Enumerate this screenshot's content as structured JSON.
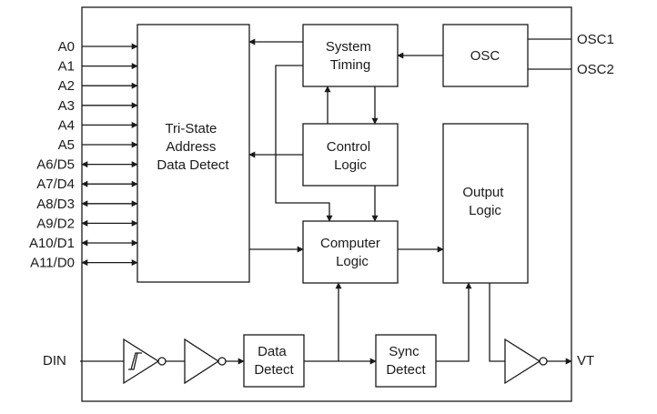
{
  "pins_left": [
    "A0",
    "A1",
    "A2",
    "A3",
    "A4",
    "A5",
    "A6/D5",
    "A7/D4",
    "A8/D3",
    "A9/D2",
    "A10/D1",
    "A11/D0"
  ],
  "pins_right": [
    "OSC1",
    "OSC2",
    "VT"
  ],
  "pin_din": "DIN",
  "blocks": {
    "tristate": [
      "Tri-State",
      "Address",
      "Data Detect"
    ],
    "system_timing": [
      "System",
      "Timing"
    ],
    "osc": [
      "OSC"
    ],
    "control_logic": [
      "Control",
      "Logic"
    ],
    "computer_logic": [
      "Computer",
      "Logic"
    ],
    "output_logic": [
      "Output",
      "Logic"
    ],
    "data_detect": [
      "Data",
      "Detect"
    ],
    "sync_detect": [
      "Sync",
      "Detect"
    ]
  },
  "colors": {
    "line": "#1a1a1a",
    "background": "#ffffff"
  }
}
